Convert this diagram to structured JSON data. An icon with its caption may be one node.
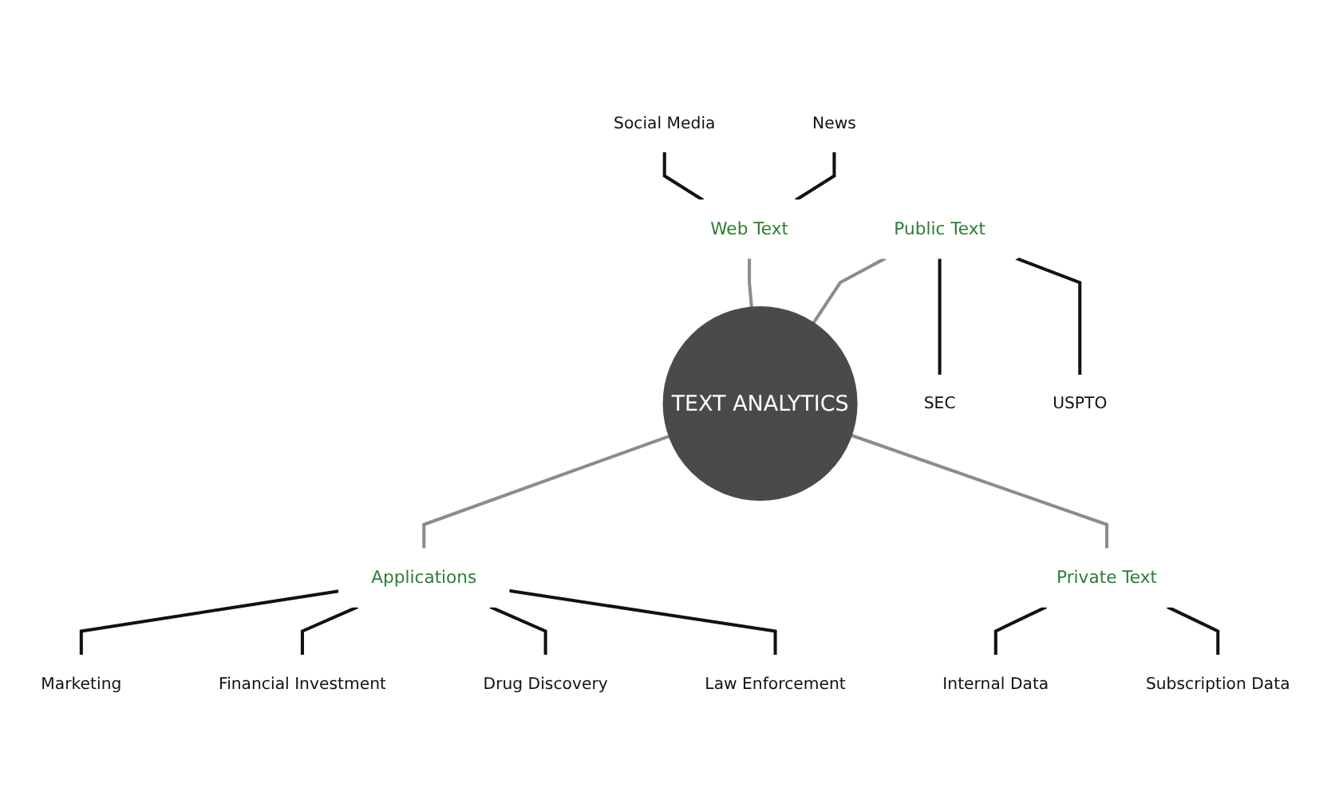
{
  "diagram": {
    "nodes": [
      {
        "text": [
          "Social Media"
        ]
      },
      {
        "text": [
          "News"
        ]
      },
      {
        "text": [
          "Web Text"
        ]
      },
      {
        "text": [
          "TEXT ANALYTICS"
        ]
      },
      {
        "text": [
          "Public Text"
        ]
      },
      {
        "text": [
          "Applications"
        ]
      },
      {
        "text": [
          "Marketing"
        ]
      },
      {
        "text": [
          "Financial Investment"
        ]
      },
      {
        "text": [
          "Drug Discovery"
        ]
      },
      {
        "text": [
          "Law Enforcement"
        ]
      },
      {
        "text": [
          "SEC"
        ]
      },
      {
        "text": [
          "USPTO"
        ]
      },
      {
        "text": [
          "Private Text"
        ]
      },
      {
        "text": [
          "Internal Data"
        ]
      },
      {
        "text": [
          "Subscription Data"
        ]
      }
    ],
    "edges": [
      {
        "from": 0,
        "to": 2,
        "arrow": "none"
      },
      {
        "from": 1,
        "to": 2,
        "arrow": "none"
      },
      {
        "from": 2,
        "to": 3,
        "arrow": "none",
        "color": "#8c8c8c"
      },
      {
        "from": 4,
        "to": 3,
        "arrow": "none",
        "color": "#8c8c8c"
      },
      {
        "from": 3,
        "to": 5,
        "arrow": "none",
        "color": "#8c8c8c"
      },
      {
        "from": 5,
        "to": 6,
        "arrow": "none"
      },
      {
        "from": 5,
        "to": 7,
        "arrow": "none"
      },
      {
        "from": 5,
        "to": 8,
        "arrow": "none"
      },
      {
        "from": 5,
        "to": 9,
        "arrow": "none"
      },
      {
        "from": 4,
        "to": 10,
        "arrow": "none"
      },
      {
        "from": 4,
        "to": 11,
        "arrow": "none"
      },
      {
        "from": 3,
        "to": 12,
        "arrow": "none",
        "color": "#8c8c8c"
      },
      {
        "from": 12,
        "to": 13,
        "arrow": "none"
      },
      {
        "from": 12,
        "to": 14,
        "arrow": "none"
      }
    ]
  }
}
